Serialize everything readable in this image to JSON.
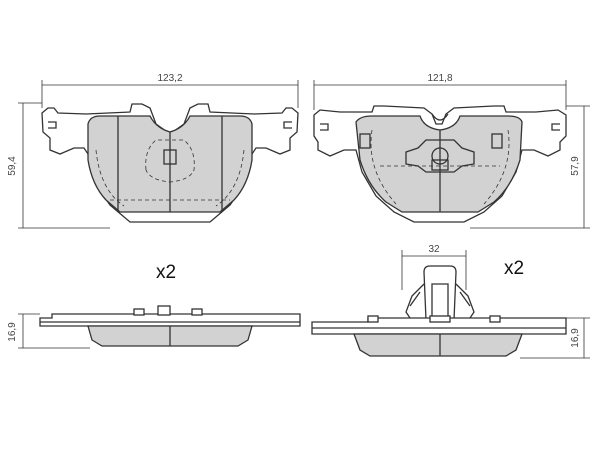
{
  "dimensions": {
    "left_width": "123,2",
    "left_height": "59,4",
    "left_thickness": "16,9",
    "right_width": "121,8",
    "right_height": "57,9",
    "right_thickness": "16,9",
    "clip_width": "32"
  },
  "quantities": {
    "left": "x2",
    "right": "x2"
  },
  "colors": {
    "pad_fill": "#d2d2d2",
    "line": "#333333"
  }
}
